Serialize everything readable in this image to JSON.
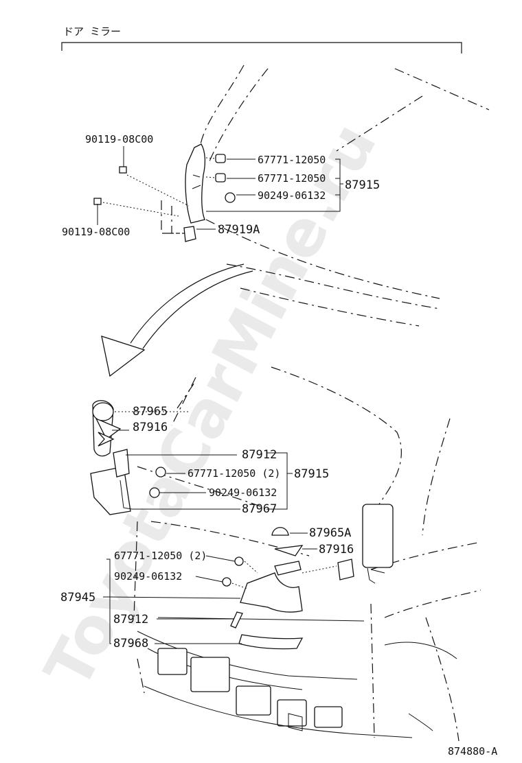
{
  "header": {
    "title": "ドア ミラー"
  },
  "watermark": "ToyotaCarMine.ru",
  "top_view": {
    "labels": {
      "bolt_a": "90119-08C00",
      "bolt_b": "90119-08C00",
      "clip_1": "67771-12050",
      "clip_2": "67771-12050",
      "screw": "90249-06132",
      "group": "87915",
      "bracket": "87919A"
    }
  },
  "bottom_view": {
    "labels": {
      "cover": "87965",
      "plate": "87916",
      "pad_1": "87912",
      "clip_set": "67771-12050 (2)",
      "screw_1": "90249-06132",
      "group_1": "87915",
      "seal": "87967",
      "cover_r": "87965A",
      "plate_r": "87916",
      "clip_set_r": "67771-12050 (2)",
      "screw_r": "90249-06132",
      "group_r": "87945",
      "pad_r": "87912",
      "seal_r": "87968"
    }
  },
  "footer": {
    "code": "874880-A"
  }
}
